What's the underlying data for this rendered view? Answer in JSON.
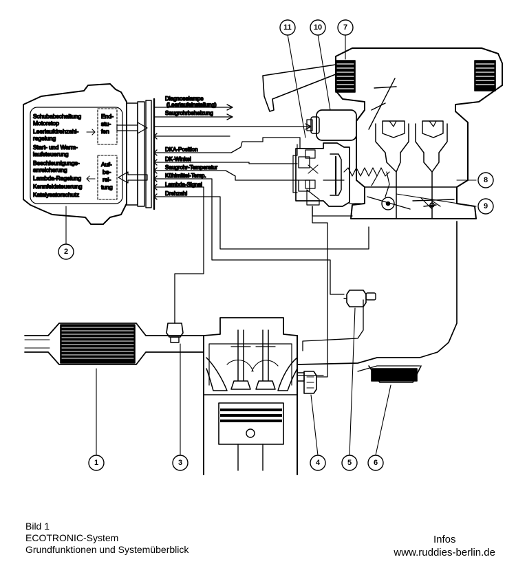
{
  "control_unit": {
    "functions": [
      "Schubabschaltung",
      "Motorstop",
      "Leerlaufdrehzahl-",
      "regelung",
      "Start- und Warm-",
      "laufsteuerung",
      "Beschleunigungs-",
      "anreicherung",
      "Lambda-Regelung",
      "Kennfeldsteuerung",
      "Katalysatorschutz"
    ],
    "output_stage": [
      "End-",
      "stu-",
      "fen"
    ],
    "signal_processing": [
      "Auf-",
      "be-",
      "rei-",
      "tung"
    ]
  },
  "signals": {
    "outputs": [
      "Diagnoselampe",
      "(Leerlaufeinstellung)",
      "Saugrohrbeheizung"
    ],
    "inputs": [
      "DKA-Position",
      "DK-Winkel",
      "Saugrohr-Temperatur",
      "Kühlmittel-Temp.",
      "Lambda-Signal",
      "Drehzahl"
    ]
  },
  "callouts": [
    "1",
    "2",
    "3",
    "4",
    "5",
    "6",
    "7",
    "8",
    "9",
    "10",
    "11"
  ],
  "caption": {
    "line1": "Bild 1",
    "line2": "ECOTRONIC-System",
    "line3": "Grundfunktionen und Systemüberblick"
  },
  "source": {
    "line1": "Infos",
    "line2": "www.ruddies-berlin.de"
  }
}
